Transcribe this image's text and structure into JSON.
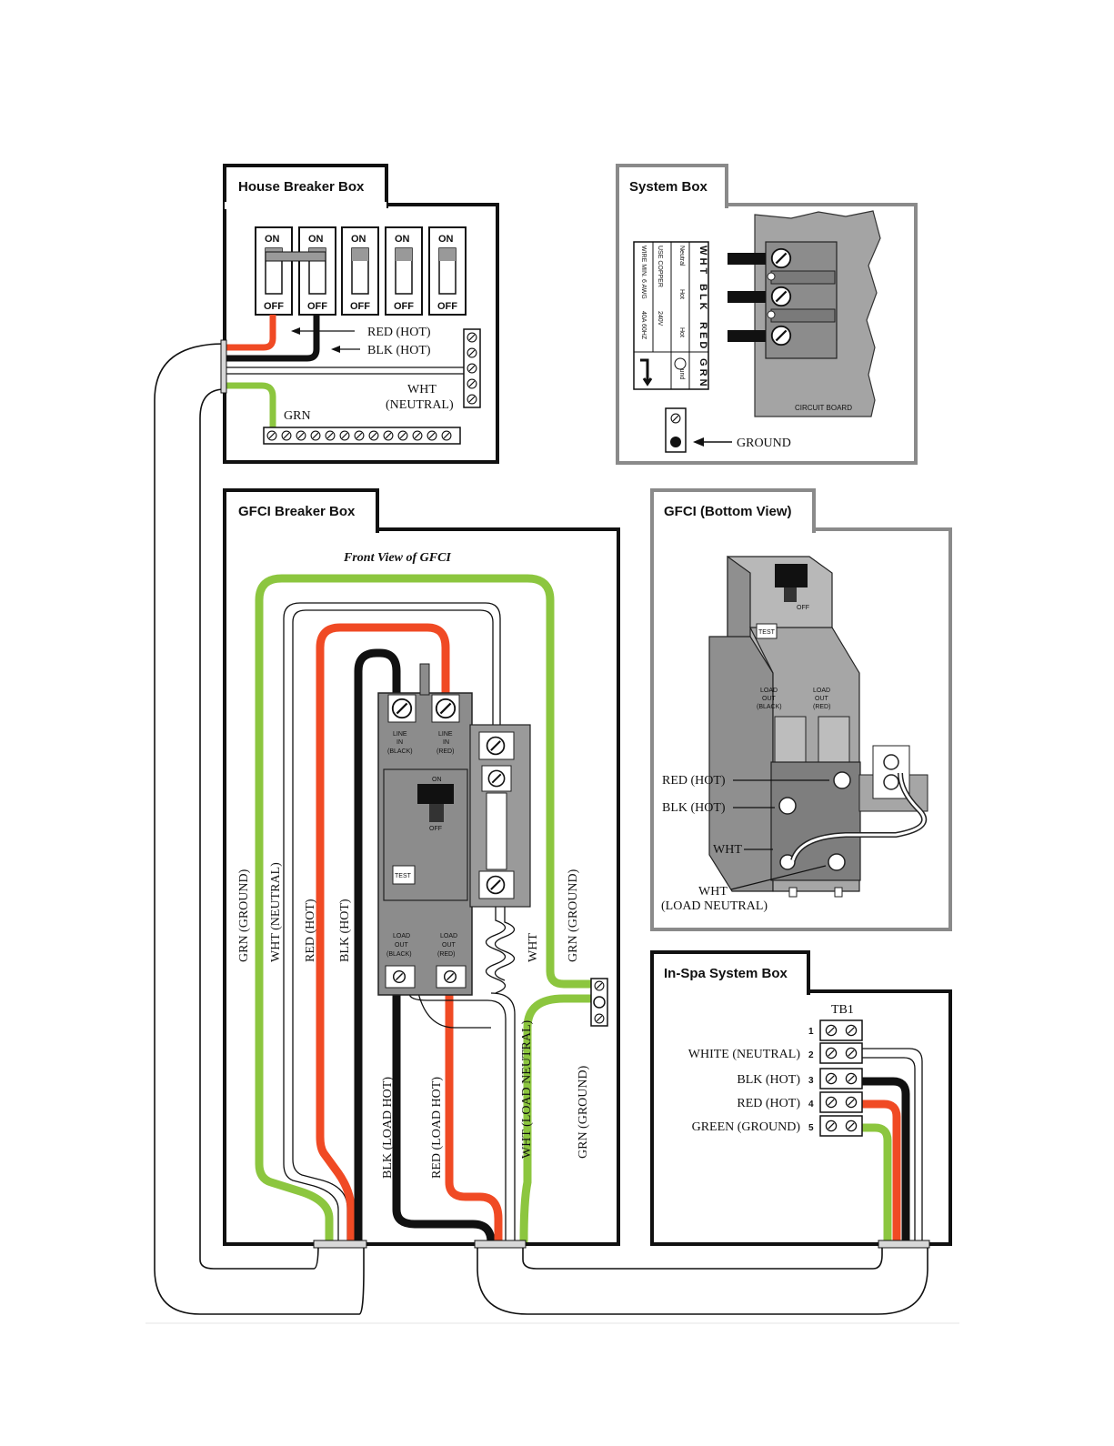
{
  "house_box": {
    "title": "House Breaker Box",
    "breaker_on": "ON",
    "breaker_off": "OFF",
    "labels": {
      "red_hot": "RED (HOT)",
      "blk_hot": "BLK (HOT)",
      "wht": "WHT",
      "neutral": "(NEUTRAL)",
      "grn": "GRN"
    }
  },
  "system_box": {
    "title": "System Box",
    "terminal_letters": {
      "wht": "W H T",
      "blk": "B L K",
      "red": "R E D",
      "grn": "G R N"
    },
    "terminal_roles": {
      "neutral": "Neutral",
      "hot1": "Hot",
      "hot2": "Hot",
      "ground": "Ground"
    },
    "notes": {
      "copper": "USE COPPER",
      "wire": "WIRE MIN. 6 AWG",
      "voltage": "240V",
      "rating": "40A 60HZ"
    },
    "circuit_board": "CIRCUIT BOARD",
    "ground_label": "GROUND"
  },
  "gfci_box": {
    "title": "GFCI Breaker Box",
    "front_view": "Front View of GFCI",
    "line_in_black": [
      "LINE",
      "IN",
      "(BLACK)"
    ],
    "line_in_red": [
      "LINE",
      "IN",
      "(RED)"
    ],
    "on": "ON",
    "off": "OFF",
    "test": "TEST",
    "load_out_black": [
      "LOAD",
      "OUT",
      "(BLACK)"
    ],
    "load_out_red": [
      "LOAD",
      "OUT",
      "(RED)"
    ],
    "wire_labels": {
      "grn_ground": "GRN (GROUND)",
      "wht_neutral": "WHT (NEUTRAL)",
      "red_hot": "RED (HOT)",
      "blk_hot": "BLK (HOT)",
      "wht": "WHT",
      "grn_ground_right": "GRN (GROUND)",
      "blk_load_hot": "BLK (LOAD HOT)",
      "red_load_hot": "RED (LOAD HOT)",
      "wht_load_neutral": "WHT (LOAD NEUTRAL)",
      "grn_ground_low": "GRN (GROUND)"
    }
  },
  "gfci_bottom": {
    "title": "GFCI (Bottom View)",
    "off": "OFF",
    "test": "TEST",
    "load_out_black": [
      "LOAD",
      "OUT",
      "(BLACK)"
    ],
    "load_out_red": [
      "LOAD",
      "OUT",
      "(RED)"
    ],
    "labels": {
      "red_hot": "RED (HOT)",
      "blk_hot": "BLK (HOT)",
      "wht": "WHT",
      "wht2": "WHT",
      "load_neutral": "(LOAD NEUTRAL)"
    }
  },
  "spa_box": {
    "title": "In-Spa System Box",
    "tb": "TB1",
    "rows": [
      {
        "num": "1",
        "label": ""
      },
      {
        "num": "2",
        "label": "WHITE (NEUTRAL)"
      },
      {
        "num": "3",
        "label": "BLK (HOT)"
      },
      {
        "num": "4",
        "label": "RED (HOT)"
      },
      {
        "num": "5",
        "label": "GREEN (GROUND)"
      }
    ]
  },
  "colors": {
    "red": "#f04a24",
    "black": "#111111",
    "green": "#8cc63f",
    "gray": "#8a8a8a",
    "dark": "#1a1a1a"
  }
}
